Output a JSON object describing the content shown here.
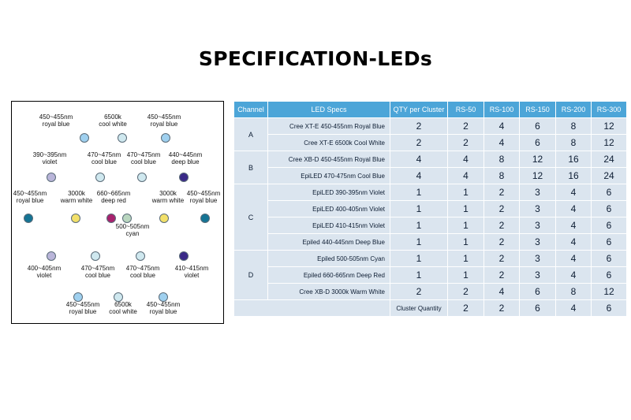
{
  "title": "SPECIFICATION-LEDs",
  "colors": {
    "royal_blue": "#9fd0ef",
    "cool_white": "#cfe8ef",
    "warm_white": "#f2e06a",
    "violet": "#b9b5d9",
    "deep_blue": "#3a2a88",
    "deep_red": "#a8226e",
    "cyan": "#b9d6bf",
    "edge_teal": "#157494",
    "header_bg": "#4ca5d8",
    "cell_bg": "#dbe5ef"
  },
  "diagram": {
    "leds": [
      {
        "line1": "450~455nm",
        "line2": "royal blue",
        "color": "royal_blue"
      },
      {
        "line1": "6500k",
        "line2": "cool white",
        "color": "cool_white"
      },
      {
        "line1": "450~455nm",
        "line2": "royal blue",
        "color": "royal_blue"
      },
      {
        "line1": "390~395nm",
        "line2": "violet",
        "color": "violet"
      },
      {
        "line1": "470~475nm",
        "line2": "cool blue",
        "color": "cool_white"
      },
      {
        "line1": "470~475nm",
        "line2": "cool blue",
        "color": "cool_white"
      },
      {
        "line1": "440~445nm",
        "line2": "deep blue",
        "color": "deep_blue"
      },
      {
        "line1": "450~455nm",
        "line2": "royal blue",
        "color": "edge_teal"
      },
      {
        "line1": "3000k",
        "line2": "warm white",
        "color": "warm_white"
      },
      {
        "line1": "660~665nm",
        "line2": "deep red",
        "color": "deep_red"
      },
      {
        "line1": "500~505nm",
        "line2": "cyan",
        "color": "cyan"
      },
      {
        "line1": "3000k",
        "line2": "warm white",
        "color": "warm_white"
      },
      {
        "line1": "450~455nm",
        "line2": "royal blue",
        "color": "edge_teal"
      },
      {
        "line1": "400~405nm",
        "line2": "violet",
        "color": "violet"
      },
      {
        "line1": "470~475nm",
        "line2": "cool blue",
        "color": "cool_white"
      },
      {
        "line1": "470~475nm",
        "line2": "cool blue",
        "color": "cool_white"
      },
      {
        "line1": "410~415nm",
        "line2": "violet",
        "color": "deep_blue"
      },
      {
        "line1": "450~455nm",
        "line2": "royal blue",
        "color": "royal_blue"
      },
      {
        "line1": "6500k",
        "line2": "cool white",
        "color": "cool_white"
      },
      {
        "line1": "450~455nm",
        "line2": "royal blue",
        "color": "royal_blue"
      }
    ]
  },
  "table": {
    "headers": [
      "Channel",
      "LED Specs",
      "QTY per Cluster",
      "RS-50",
      "RS-100",
      "RS-150",
      "RS-200",
      "RS-300"
    ],
    "groups": [
      {
        "channel": "A",
        "rows": [
          {
            "spec": "Cree XT-E 450-455nm Royal Blue",
            "values": [
              "2",
              "2",
              "4",
              "6",
              "8",
              "12"
            ]
          },
          {
            "spec": "Cree XT-E 6500k Cool White",
            "values": [
              "2",
              "2",
              "4",
              "6",
              "8",
              "12"
            ]
          }
        ]
      },
      {
        "channel": "B",
        "rows": [
          {
            "spec": "Cree XB-D 450-455nm Royal Blue",
            "values": [
              "4",
              "4",
              "8",
              "12",
              "16",
              "24"
            ]
          },
          {
            "spec": "EpiLED 470-475nm Cool Blue",
            "values": [
              "4",
              "4",
              "8",
              "12",
              "16",
              "24"
            ]
          }
        ]
      },
      {
        "channel": "C",
        "rows": [
          {
            "spec": "EpiLED 390-395nm Violet",
            "values": [
              "1",
              "1",
              "2",
              "3",
              "4",
              "6"
            ]
          },
          {
            "spec": "EpiLED 400-405nm Violet",
            "values": [
              "1",
              "1",
              "2",
              "3",
              "4",
              "6"
            ]
          },
          {
            "spec": "EpiLED 410-415nm Violet",
            "values": [
              "1",
              "1",
              "2",
              "3",
              "4",
              "6"
            ]
          },
          {
            "spec": "Epiled 440-445nm Deep Blue",
            "values": [
              "1",
              "1",
              "2",
              "3",
              "4",
              "6"
            ]
          }
        ]
      },
      {
        "channel": "D",
        "rows": [
          {
            "spec": "Epiled 500-505nm Cyan",
            "values": [
              "1",
              "1",
              "2",
              "3",
              "4",
              "6"
            ]
          },
          {
            "spec": "Epiled 660-665nm Deep Red",
            "values": [
              "1",
              "1",
              "2",
              "3",
              "4",
              "6"
            ]
          },
          {
            "spec": "Cree XB-D 3000k Warm White",
            "values": [
              "2",
              "2",
              "4",
              "6",
              "8",
              "12"
            ]
          }
        ]
      }
    ],
    "total": {
      "label": "Cluster Quantity",
      "values": [
        "2",
        "2",
        "6",
        "4",
        "6"
      ]
    }
  }
}
